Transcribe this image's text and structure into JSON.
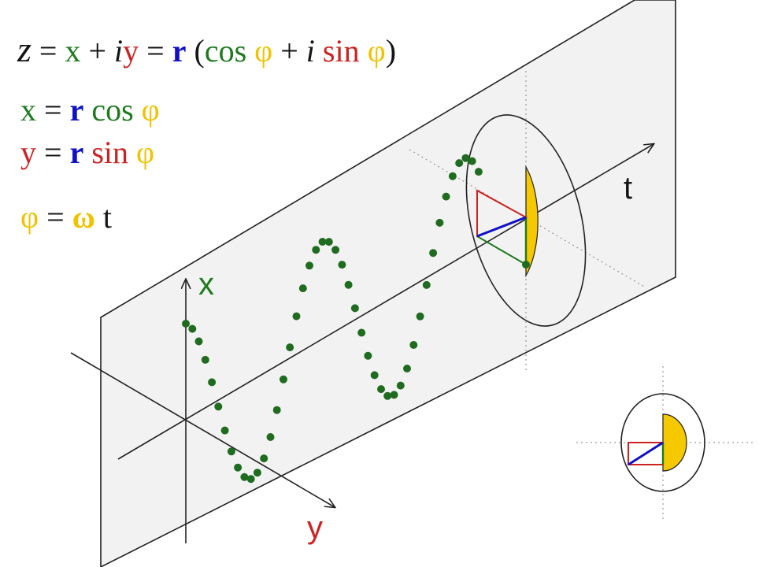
{
  "formulas": {
    "line1": {
      "z": "z",
      "eq1": " = ",
      "x": "x",
      "plus1": " + ",
      "i1": "i",
      "y": "y",
      "eq2": " = ",
      "r": "r",
      "paren_open": " (",
      "cos": "cos",
      "sp1": " ",
      "phi1": "φ",
      "plus2": " + ",
      "i2": "i",
      "sp2": " ",
      "sin": "sin",
      "sp3": " ",
      "phi2": "φ",
      "paren_close": ")"
    },
    "line2": {
      "x": "x",
      "eq": " = ",
      "r": "r",
      "sp1": " ",
      "cos": "cos",
      "sp2": " ",
      "phi": "φ"
    },
    "line3": {
      "y": "y",
      "eq": " = ",
      "r": "r",
      "sp1": " ",
      "sin": "sin",
      "sp2": " ",
      "phi": "φ"
    },
    "line4": {
      "phi": "φ",
      "eq": " = ",
      "omega": "ω",
      "sp": " ",
      "t": "t"
    }
  },
  "axes": {
    "x_label": "x",
    "y_label": "y",
    "t_label": "t"
  },
  "colors": {
    "x_component": "#1f7a1f",
    "y_component": "#cc2222",
    "r_component": "#1010c8",
    "phase": "#f2c200",
    "text": "#141414",
    "plane_fill": "#f2f2f2",
    "wave_dot": "#1f6b1f"
  },
  "wave": {
    "cycles": 2.08,
    "dot_count": 46,
    "phase_shown": 0.18
  }
}
